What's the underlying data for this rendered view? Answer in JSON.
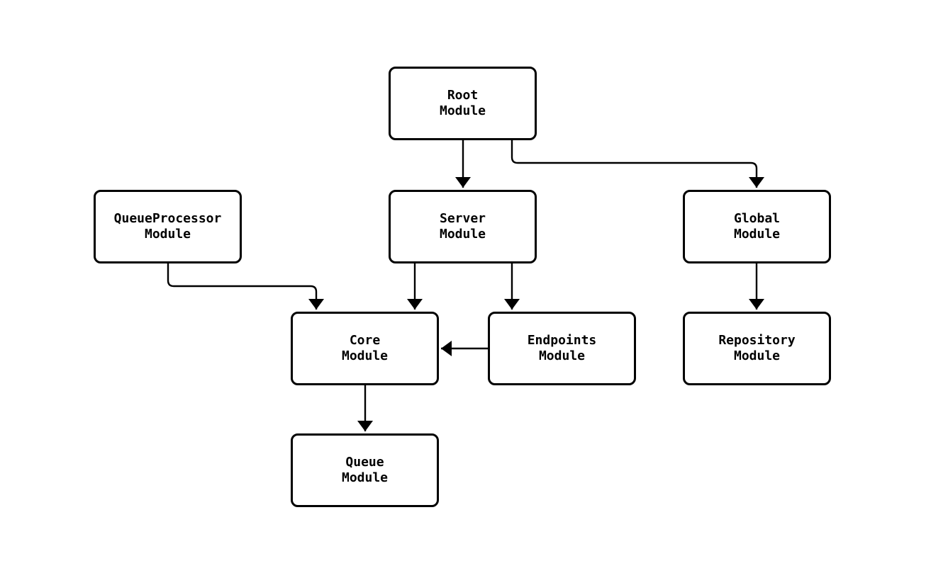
{
  "diagram": {
    "type": "flowchart",
    "background_color": "#ffffff",
    "node_fill_color": "#ffffff",
    "line_color": "#000000",
    "text_color": "#000000",
    "nodes": [
      {
        "id": "root",
        "label": "Root\nModule"
      },
      {
        "id": "server",
        "label": "Server\nModule"
      },
      {
        "id": "global",
        "label": "Global\nModule"
      },
      {
        "id": "queueprocessor",
        "label": "QueueProcessor\nModule"
      },
      {
        "id": "core",
        "label": "Core\nModule"
      },
      {
        "id": "endpoints",
        "label": "Endpoints\nModule"
      },
      {
        "id": "repository",
        "label": "Repository\nModule"
      },
      {
        "id": "queue",
        "label": "Queue\nModule"
      }
    ],
    "edges": [
      {
        "from": "root",
        "to": "server"
      },
      {
        "from": "root",
        "to": "global"
      },
      {
        "from": "queueprocessor",
        "to": "core"
      },
      {
        "from": "server",
        "to": "core"
      },
      {
        "from": "server",
        "to": "endpoints"
      },
      {
        "from": "endpoints",
        "to": "core"
      },
      {
        "from": "global",
        "to": "repository"
      },
      {
        "from": "core",
        "to": "queue"
      }
    ]
  }
}
